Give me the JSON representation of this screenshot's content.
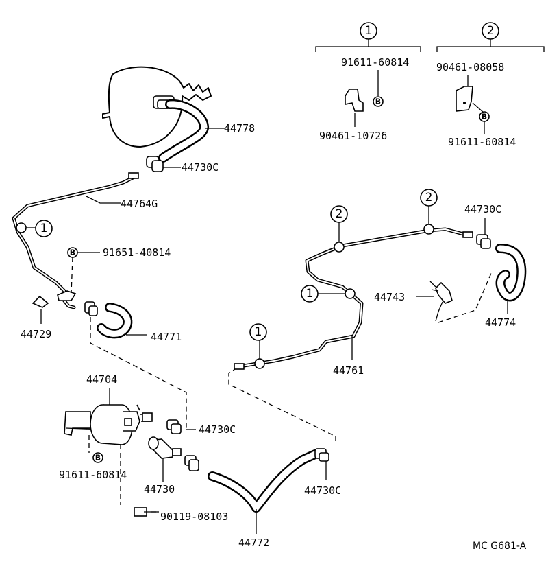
{
  "legend": {
    "group1_mark": "1",
    "group2_mark": "2",
    "group1_part_a": "91611-60814",
    "group1_part_b": "90461-10726",
    "group2_part_a": "90461-08058",
    "group2_part_b": "91611-60814"
  },
  "markers": {
    "circle_one": "1",
    "circle_two": "2",
    "bolt_b": "B"
  },
  "labels": {
    "p44778": "44778",
    "p44730c_top": "44730C",
    "p44764g": "44764G",
    "p91651": "91651-40814",
    "p44729": "44729",
    "p44771": "44771",
    "p44704": "44704",
    "p44730c_mid": "44730C",
    "p91611_low": "91611-60814",
    "p44730": "44730",
    "p90119": "90119-08103",
    "p44772": "44772",
    "p44730c_bottom": "44730C",
    "p44730c_right": "44730C",
    "p44743": "44743",
    "p44774": "44774",
    "p44761": "44761"
  },
  "diagram_code": "MC G681-A"
}
